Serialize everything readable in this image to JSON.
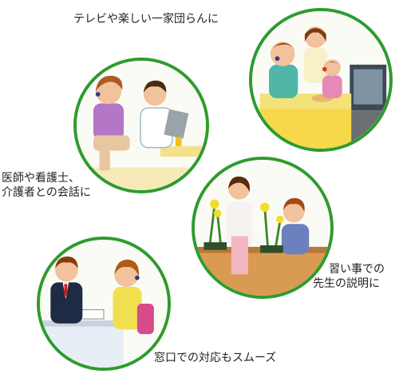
{
  "captions": {
    "family_tv": "テレビや楽しい一家団らんに",
    "doctor_line1": "医師や看護士、",
    "doctor_line2": "介護者との会話に",
    "lesson_line1": "習い事での",
    "lesson_line2": "先生の説明に",
    "counter": "窓口での対応もスムーズ"
  },
  "colors": {
    "circle_border": "#2e9b2e"
  }
}
